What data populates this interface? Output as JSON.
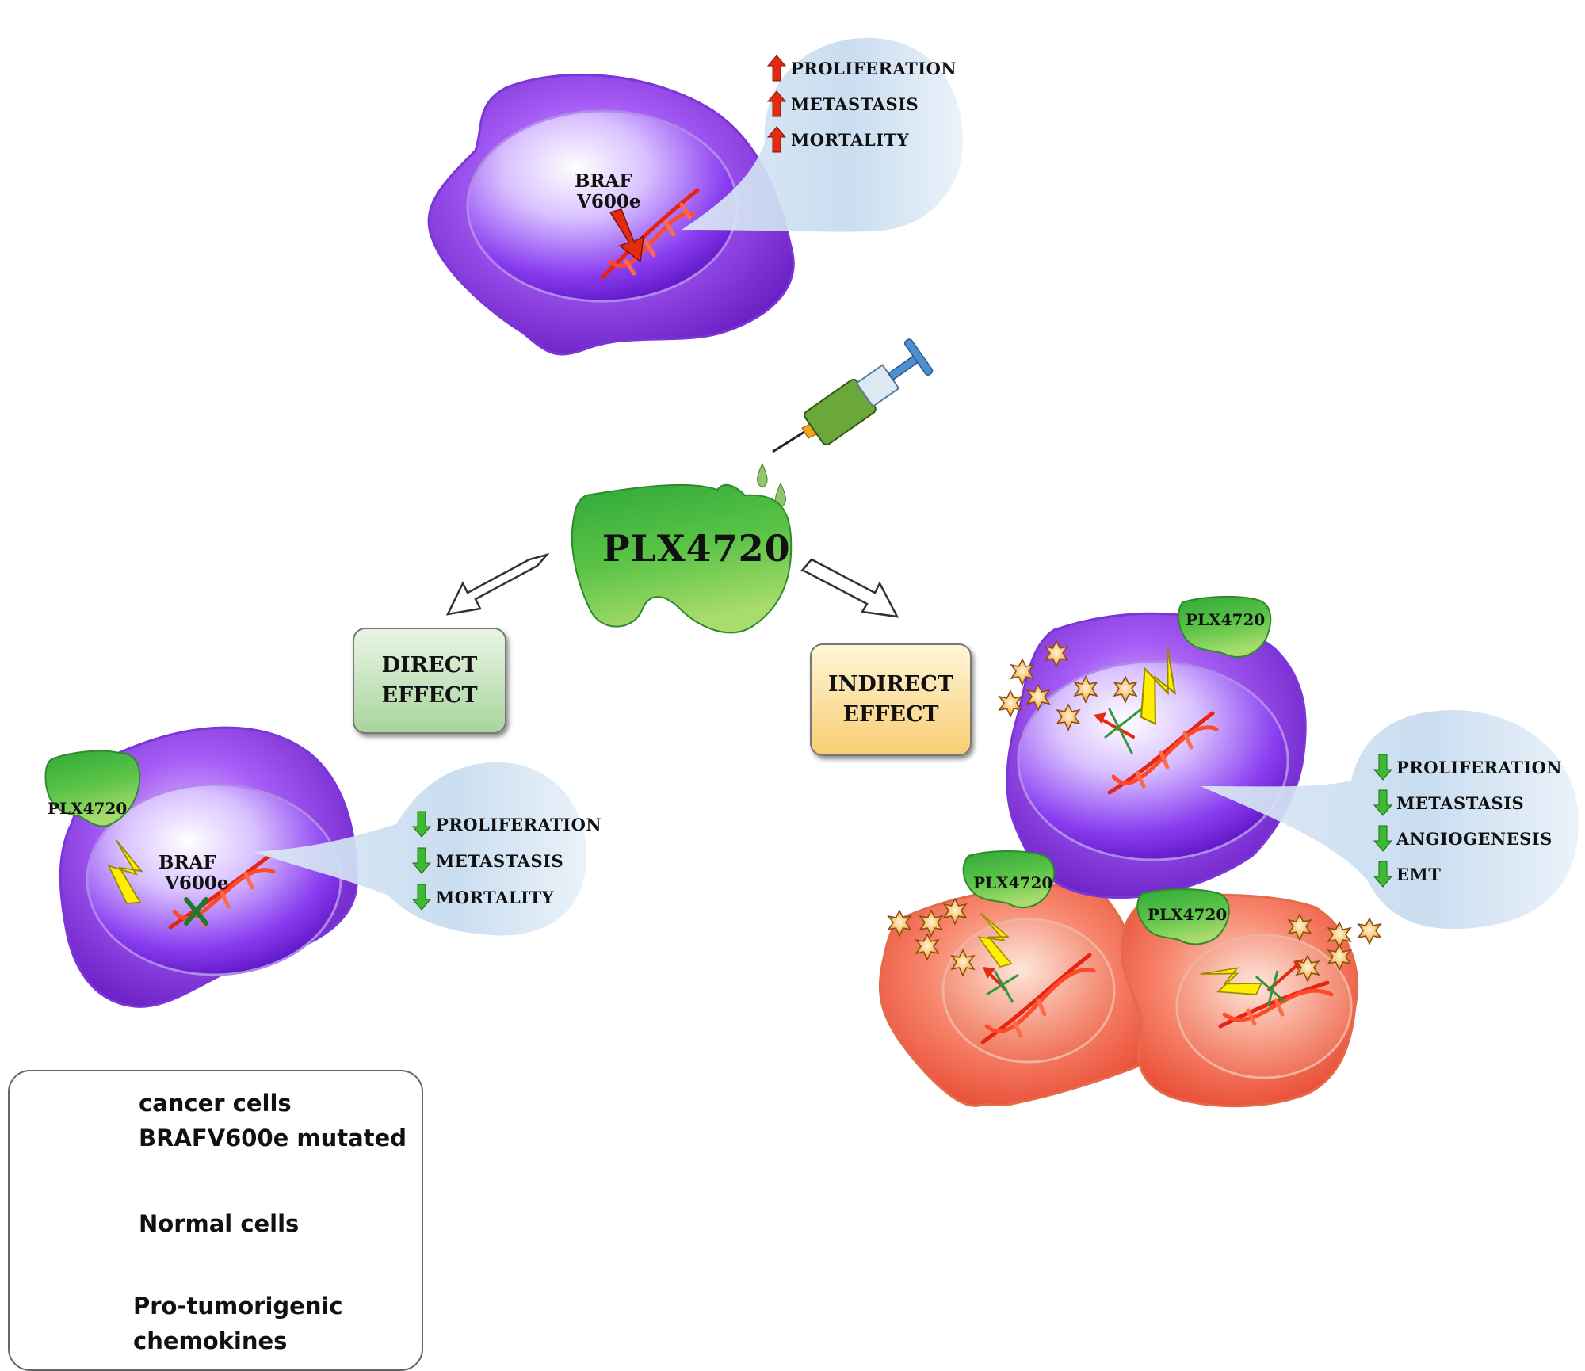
{
  "drug": {
    "name": "PLX4720",
    "small_label": "PLX4720"
  },
  "top_cell": {
    "mutation_label_line1": "BRAF",
    "mutation_label_line2": "V600e",
    "effects": [
      "PROLIFERATION",
      "METASTASIS",
      "MORTALITY"
    ],
    "effect_direction": "up"
  },
  "direct": {
    "line1": "DIRECT",
    "line2": "EFFECT",
    "mutation_label_line1": "BRAF",
    "mutation_label_line2": "V600e",
    "effects": [
      "PROLIFERATION",
      "METASTASIS",
      "MORTALITY"
    ],
    "effect_direction": "down"
  },
  "indirect": {
    "line1": "INDIRECT",
    "line2": "EFFECT",
    "effects": [
      "PROLIFERATION",
      "METASTASIS",
      "ANGIOGENESIS",
      "EMT"
    ],
    "effect_direction": "down"
  },
  "legend": {
    "cancer_line1": "cancer cells",
    "cancer_line2": "BRAFV600e mutated",
    "normal": "Normal cells",
    "chemokines_line1": "Pro-tumorigenic",
    "chemokines_line2": "chemokines"
  },
  "colors": {
    "cancer_cell": "#9b4bf0",
    "normal_cell": "#f06a52",
    "drug_green": "#4cbb3c",
    "up_arrow": "#e42a10",
    "down_arrow": "#3fb832",
    "lightning": "#ffee00",
    "chemokine": "#f6c56b"
  },
  "icons": [
    "syringe-icon",
    "lightning-icon",
    "dna-icon",
    "star-icon",
    "up-arrow-icon",
    "down-arrow-icon"
  ]
}
